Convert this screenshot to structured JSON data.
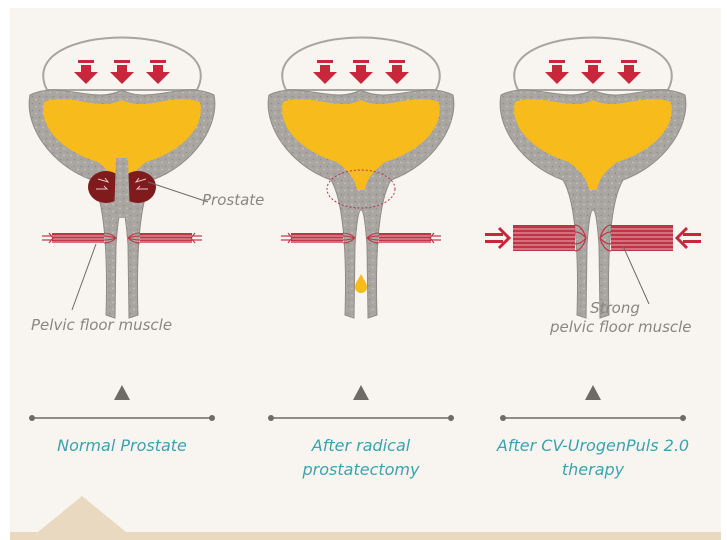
{
  "labels": {
    "prostate": "Prostate",
    "pelvic_floor_muscle": "Pelvic floor muscle",
    "strong_line1": "Strong",
    "strong_line2": "pelvic floor muscle"
  },
  "panels": [
    {
      "caption_line1": "Normal Prostate",
      "caption_line2": ""
    },
    {
      "caption_line1": "After radical",
      "caption_line2": "prostatectomy"
    },
    {
      "caption_line1": "After CV-UrogenPuls 2.0",
      "caption_line2": "therapy"
    }
  ],
  "colors": {
    "background": "#f8f5f1",
    "bladder_wall": "#a8a4a0",
    "urine": "#f7bb1c",
    "pressure_arrow": "#c8263a",
    "prostate": "#7f1b1d",
    "muscle": "#c03545",
    "caption": "#3aa3ad",
    "label": "#8a8680",
    "timeline": "#6e6a66"
  }
}
